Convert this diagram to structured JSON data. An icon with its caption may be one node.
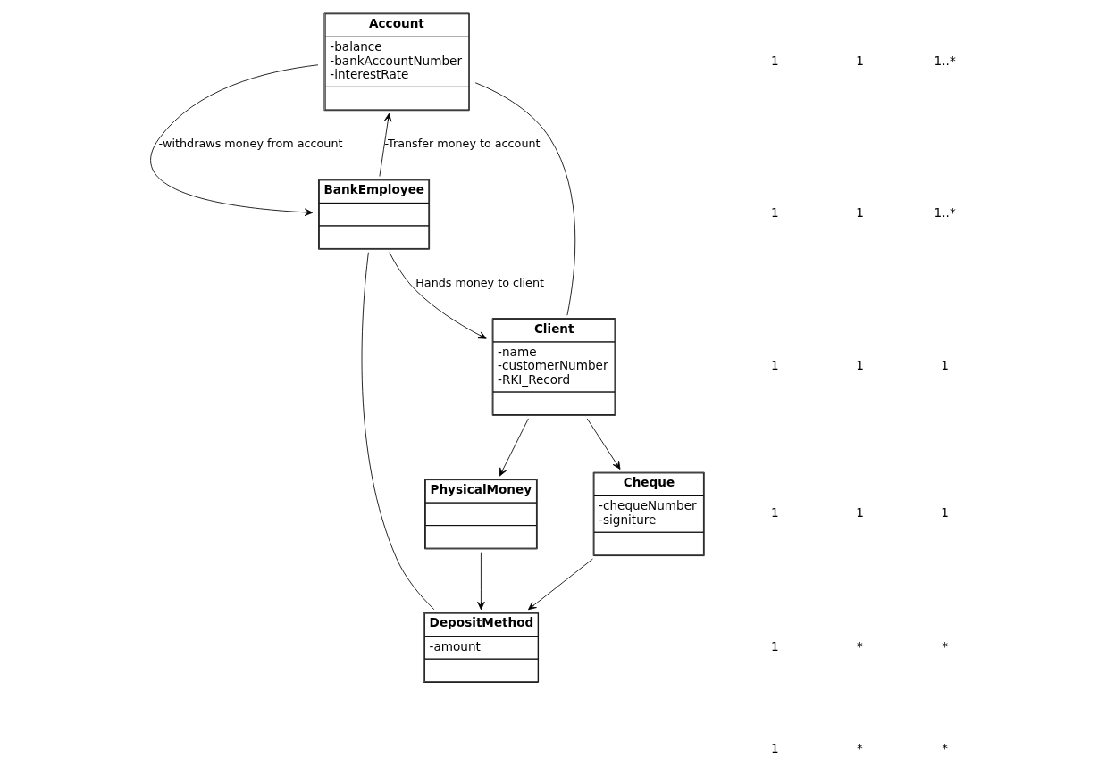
{
  "diagram": {
    "nodes": [
      {
        "text": [
          "Account",
          "-balance",
          "-bankAccountNumber",
          "-interestRate"
        ]
      },
      {
        "text": [
          "BankEmployee"
        ]
      },
      {
        "text": [
          "Client",
          "-name",
          "-customerNumber",
          "-RKI_Record"
        ]
      },
      {
        "text": [
          "DepositMethod",
          "-amount"
        ]
      },
      {
        "text": [
          "Cheque",
          "-chequeNumber",
          "-signiture"
        ]
      },
      {
        "text": [
          "PhysicalMoney"
        ]
      }
    ],
    "edges": [
      {
        "from": 0,
        "to": 1,
        "arrow": "to",
        "label": "-withdraws money from account"
      },
      {
        "from": 1,
        "to": 0,
        "arrow": "to",
        "label": "-Transfer money to account"
      },
      {
        "from": 1,
        "to": 2,
        "arrow": "to",
        "label": "Hands money to client"
      },
      {
        "from": 0,
        "to": 2,
        "arrow": "none"
      },
      {
        "from": 1,
        "to": 3,
        "arrow": "none"
      },
      {
        "from": 4,
        "to": 3,
        "arrow": "to"
      },
      {
        "from": 5,
        "to": 3,
        "arrow": "to"
      },
      {
        "from": 2,
        "to": 4,
        "arrow": "to"
      },
      {
        "from": 2,
        "to": 5,
        "arrow": "to"
      }
    ],
    "labels": [
      "1",
      "1",
      "1..*",
      "1",
      "1",
      "1..*",
      "1",
      "1",
      "1",
      "1",
      "1",
      "1",
      "1",
      "*",
      "*",
      "1",
      "*",
      "*"
    ]
  }
}
